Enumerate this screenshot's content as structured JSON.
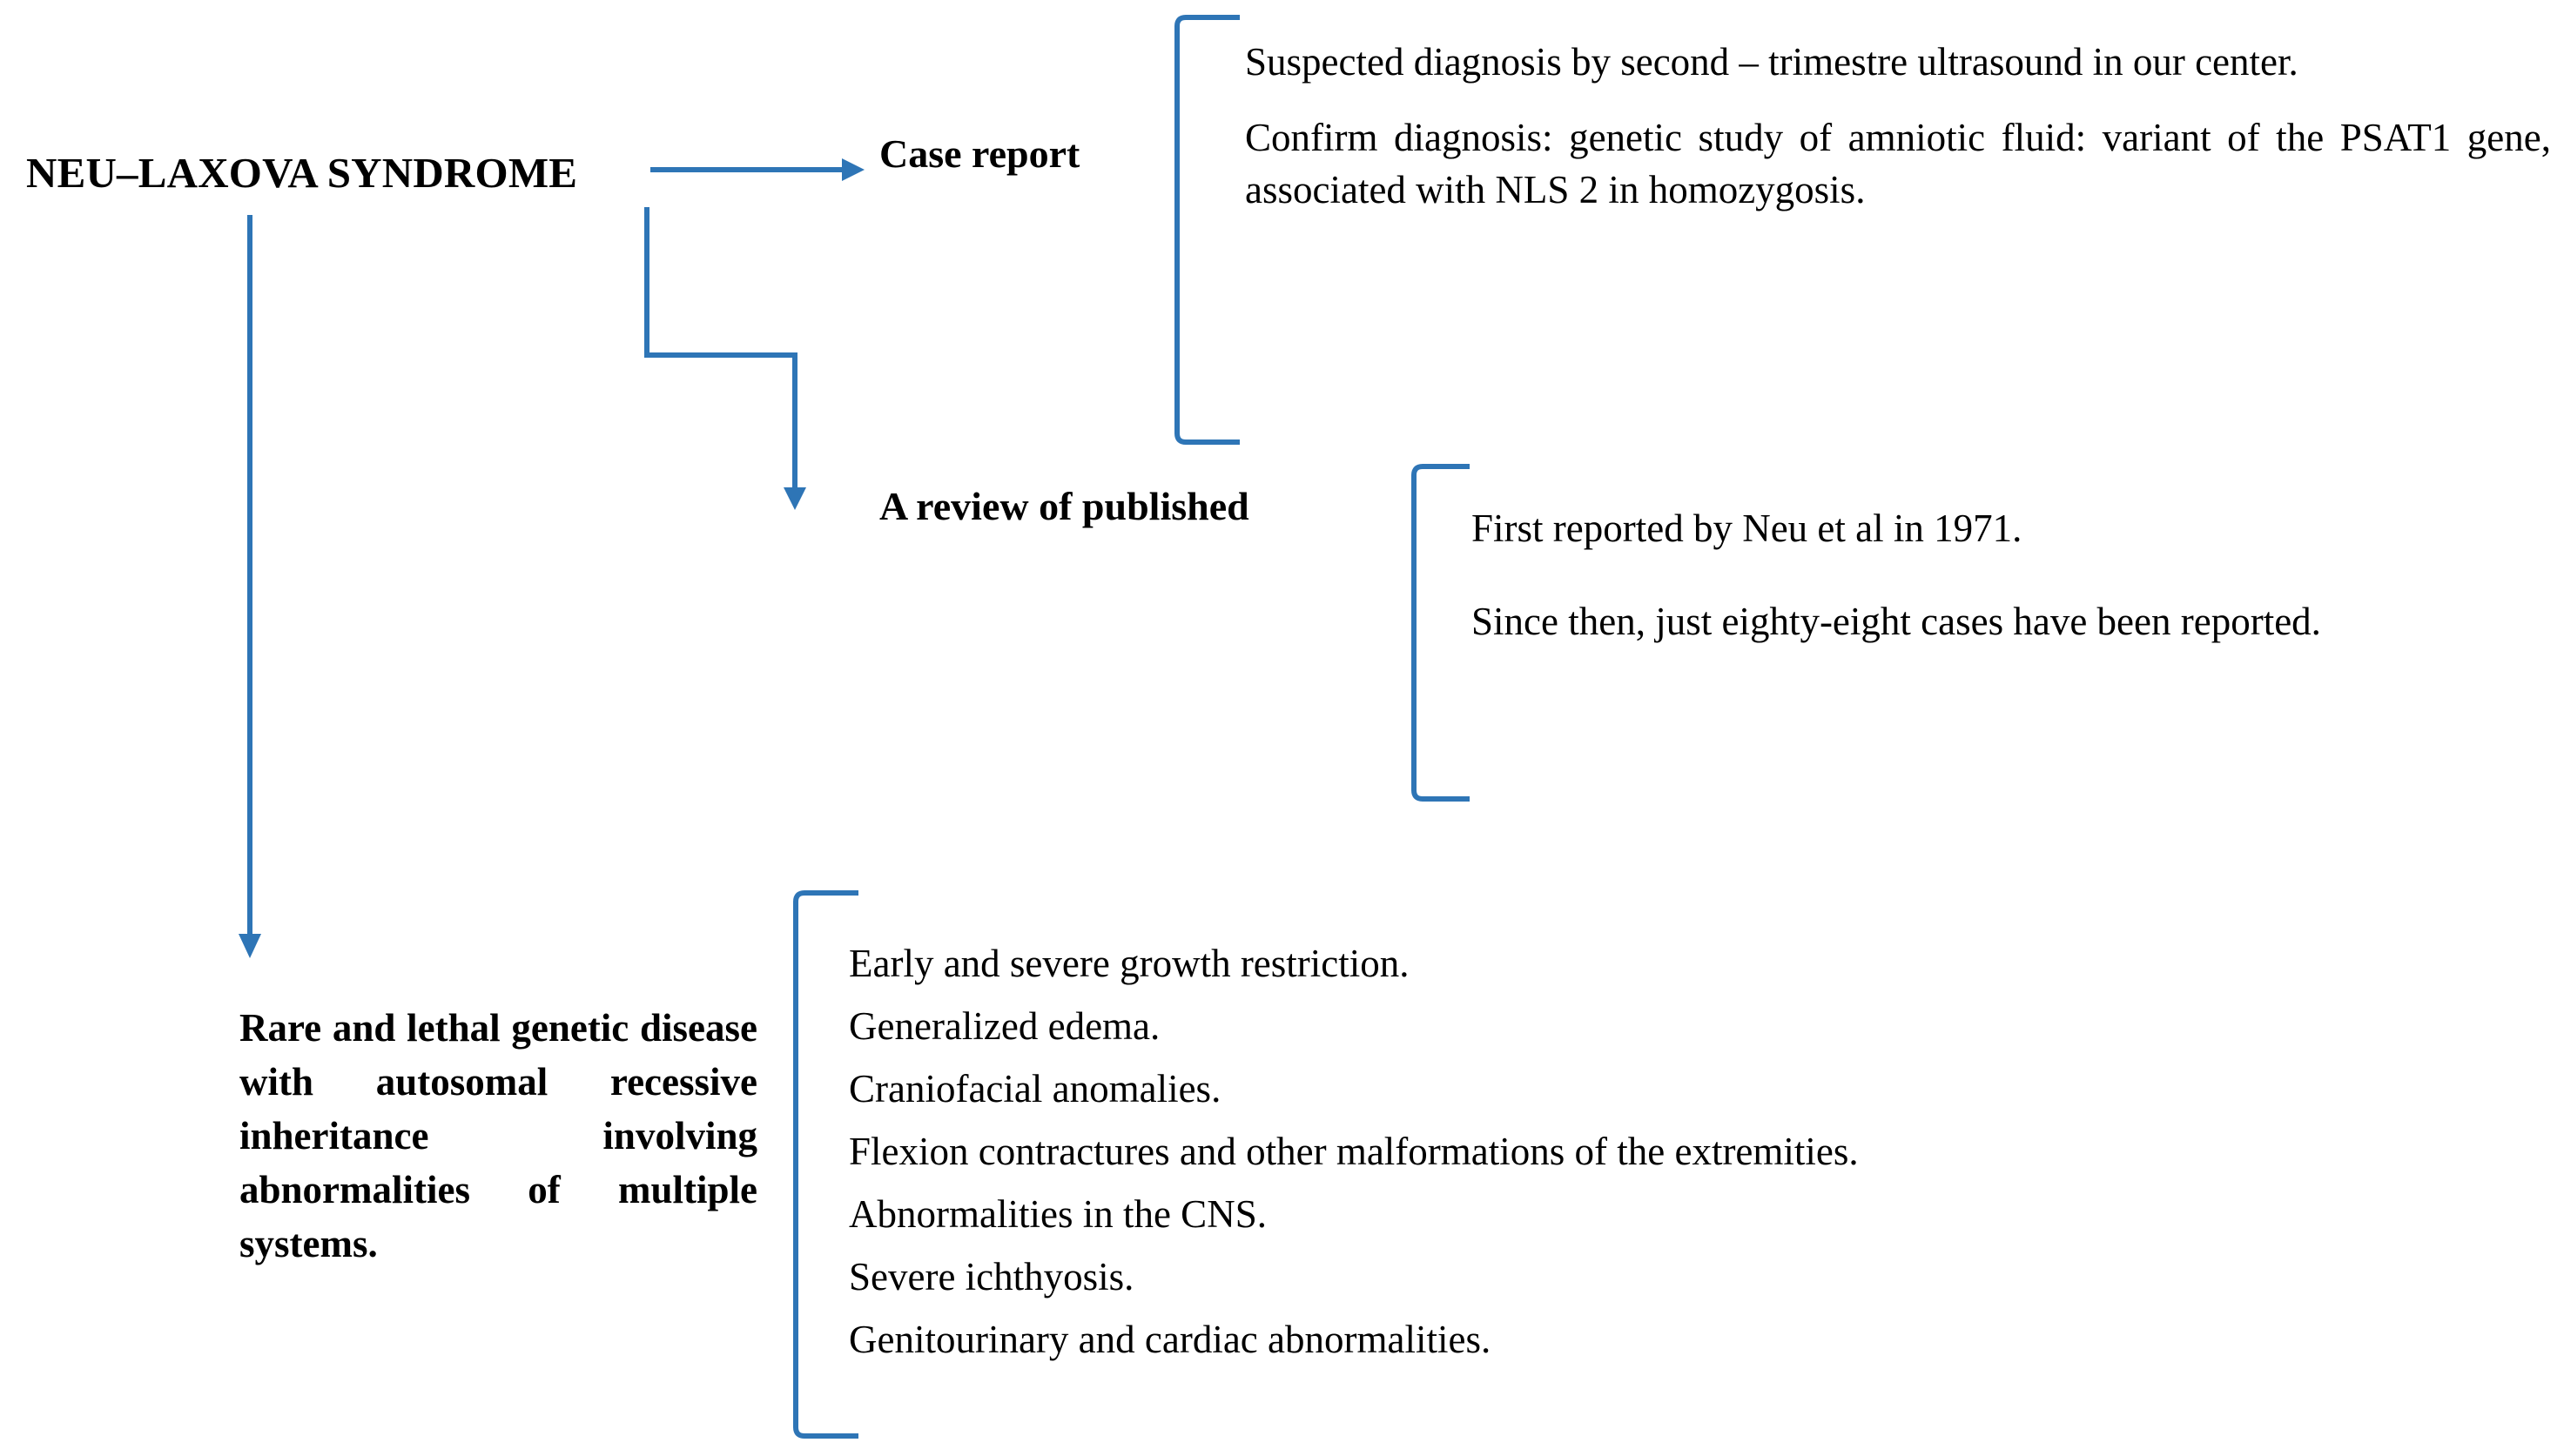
{
  "colors": {
    "accent_blue": "#2E75B6",
    "text_black": "#000000",
    "background": "#FFFFFF"
  },
  "root": {
    "title": "NEU–LAXOVA SYNDROME"
  },
  "branches": {
    "case_report": {
      "label": "Case report",
      "items": [
        "Suspected diagnosis by second – trimestre ultrasound in our center.",
        "Confirm diagnosis: genetic study of amniotic fluid: variant of the PSAT1 gene, associated with NLS 2 in homozygosis."
      ]
    },
    "review": {
      "label": "A review of published",
      "items": [
        "First reported by Neu et al in 1971.",
        "Since then, just eighty-eight cases have been reported."
      ]
    },
    "disease": {
      "summary": "Rare and lethal genetic disease with autosomal recessive inheritance involving abnormalities of multiple systems.",
      "features": [
        "Early and severe growth restriction.",
        "Generalized edema.",
        "Craniofacial anomalies.",
        "Flexion contractures and other malformations of the extremities.",
        "Abnormalities in the CNS.",
        "Severe ichthyosis.",
        "Genitourinary and cardiac abnormalities."
      ]
    }
  },
  "connectors": {
    "arrow_to_case_report": "horizontal-arrow-right",
    "arrow_to_review": "elbow-arrow-down",
    "arrow_to_disease": "vertical-arrow-down",
    "bracket_case_report": "left-square-bracket",
    "bracket_review": "left-square-bracket",
    "bracket_features": "left-square-bracket"
  }
}
